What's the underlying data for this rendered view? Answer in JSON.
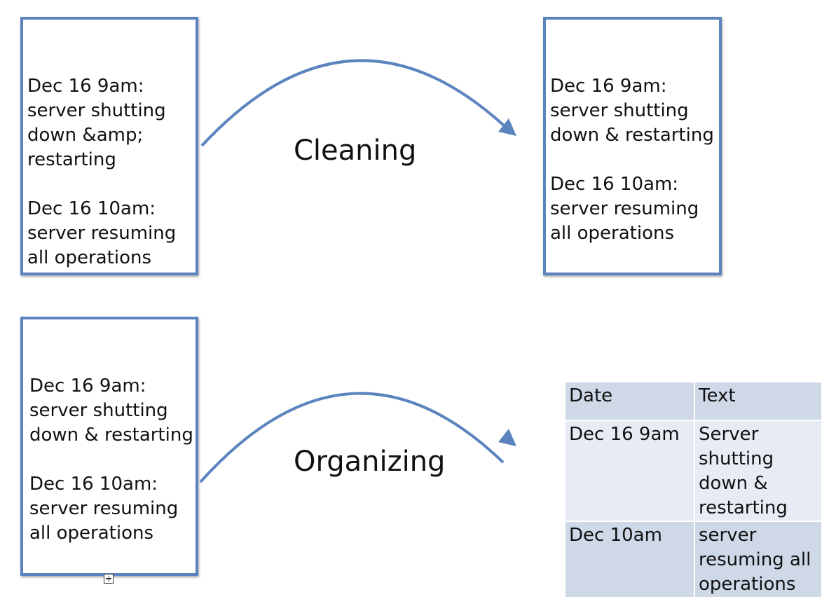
{
  "boxes": {
    "raw": "Dec 16 9am: server shutting down &amp; restarting\n\nDec 16 10am: server resuming all operations",
    "cleaned": "Dec 16 9am: server shutting down & restarting\n\nDec 16 10am: server resuming all operations",
    "to_organize": "Dec 16 9am: server shutting down & restarting\n\nDec 16 10am: server resuming all operations"
  },
  "steps": {
    "cleaning": "Cleaning",
    "organizing": "Organizing"
  },
  "table": {
    "headers": [
      "Date",
      "Text"
    ],
    "rows": [
      [
        "Dec 16 9am",
        "Server shutting down & restarting"
      ],
      [
        "Dec 10am",
        "server resuming all operations"
      ]
    ]
  },
  "colors": {
    "box_border": "#5b84bf",
    "arrow": "#5b84bf",
    "table_header": "#cfd8e7",
    "table_row_light": "#e7ebf4",
    "table_row_dark": "#cfd8e7"
  }
}
